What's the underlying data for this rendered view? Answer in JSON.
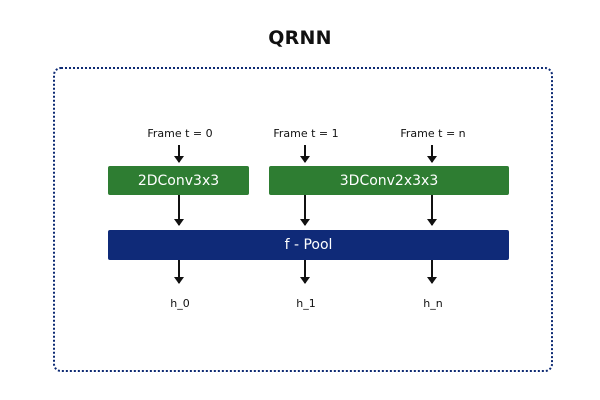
{
  "diagram": {
    "title": "QRNN",
    "inputs": [
      "Frame t = 0",
      "Frame t = 1",
      "Frame t = n"
    ],
    "conv_blocks": [
      "2DConv3x3",
      "3DConv2x3x3"
    ],
    "pool_label": "f - Pool",
    "outputs": [
      "h_0",
      "h_1",
      "h_n"
    ],
    "colors": {
      "conv_block": "#2e7d32",
      "pool_block": "#0f2a78",
      "frame_border": "#0d2a73"
    }
  }
}
